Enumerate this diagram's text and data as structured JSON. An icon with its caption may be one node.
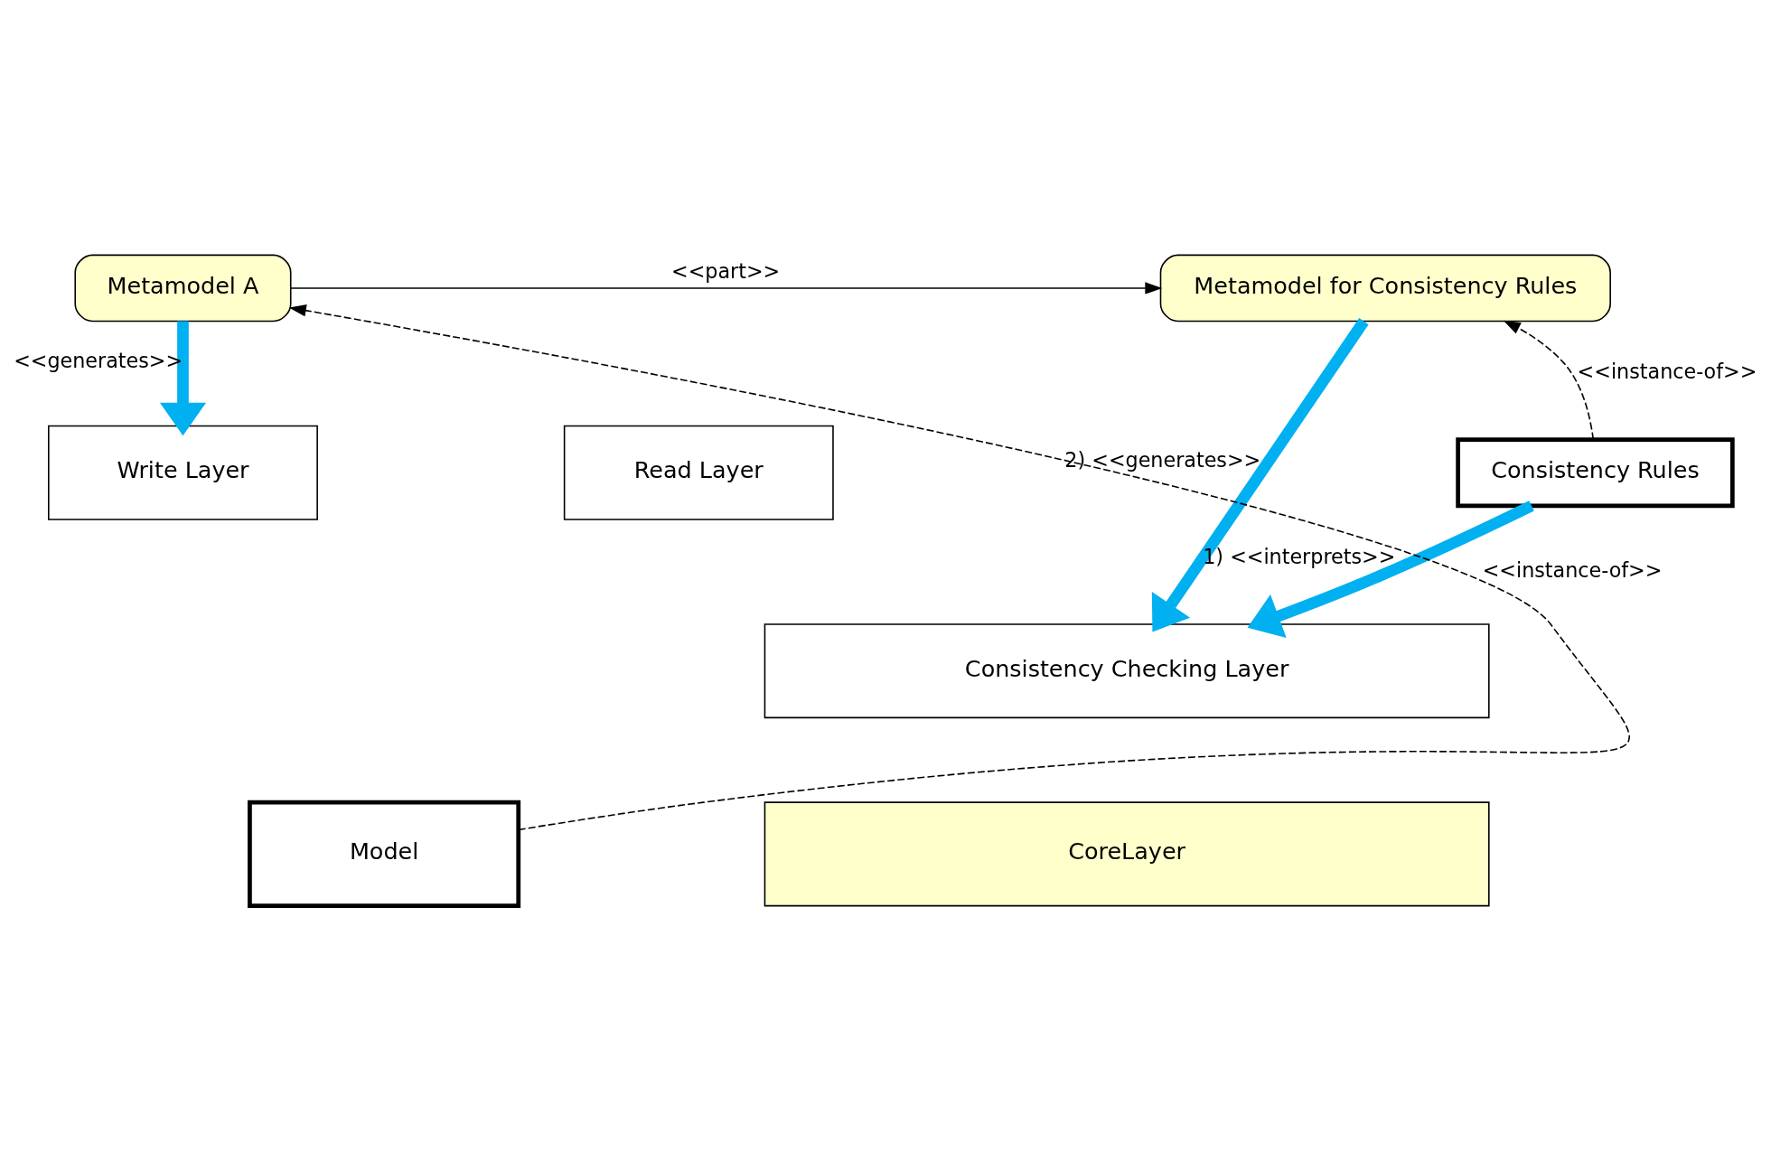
{
  "diagram": {
    "nodes": [
      {
        "text": [
          "Metamodel A"
        ]
      },
      {
        "text": [
          "Metamodel for Consistency Rules"
        ]
      },
      {
        "text": [
          "Consistency Rules"
        ]
      },
      {
        "text": [
          "Write Layer"
        ]
      },
      {
        "text": [
          "Read Layer"
        ]
      },
      {
        "text": [
          "Consistency Checking Layer"
        ]
      },
      {
        "text": [
          "Model"
        ]
      },
      {
        "text": [
          "CoreLayer"
        ]
      }
    ],
    "edges": [
      {
        "from": 0,
        "to": 1,
        "arrow": "to",
        "label": "<<part>>"
      },
      {
        "from": 0,
        "to": 3,
        "arrow": "to",
        "label": "<<generates>>",
        "style": "thick",
        "color": "#00b0f0"
      },
      {
        "from": 1,
        "to": 5,
        "arrow": "to",
        "label": "2) <<generates>>",
        "style": "thick",
        "color": "#00b0f0"
      },
      {
        "from": 2,
        "to": 1,
        "arrow": "to",
        "label": "<<instance-of>>",
        "style": "dashed"
      },
      {
        "from": 2,
        "to": 5,
        "arrow": "to",
        "label": "1) <<interprets>>",
        "style": "thick",
        "color": "#00b0f0"
      },
      {
        "from": 6,
        "to": 0,
        "arrow": "to",
        "label": "<<instance-of>>",
        "style": "dashed"
      }
    ]
  }
}
